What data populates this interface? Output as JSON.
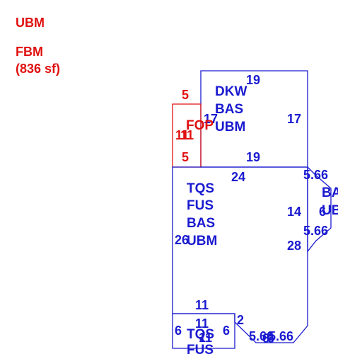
{
  "colors": {
    "red": "#e01010",
    "blue": "#1a1ad0",
    "background": "#ffffff"
  },
  "legend": [
    {
      "text": "UBM"
    },
    {
      "text": "FBM"
    },
    {
      "text": "(836 sf)"
    }
  ],
  "areas": {
    "dkw": {
      "lines": [
        "DKW",
        "BAS",
        "UBM"
      ],
      "sides": [
        "19",
        "17",
        "17",
        "19"
      ]
    },
    "fop": {
      "code": "FOP",
      "sides": [
        "5",
        "11",
        "11",
        "5"
      ]
    },
    "tqs_main": {
      "lines": [
        "TQS",
        "FUS",
        "BAS",
        "UBM"
      ],
      "sides": [
        "24",
        "14",
        "28",
        "26",
        "11",
        "2",
        "5.66",
        "5.66",
        "6",
        "6"
      ]
    },
    "bay": {
      "lines": [
        "BA",
        "UB"
      ],
      "sides": [
        "5.66",
        "6",
        "5.66"
      ]
    },
    "tqs_lower": {
      "lines": [
        "TQS",
        "FUS"
      ],
      "sides": [
        "11",
        "6",
        "6",
        "11"
      ]
    }
  }
}
